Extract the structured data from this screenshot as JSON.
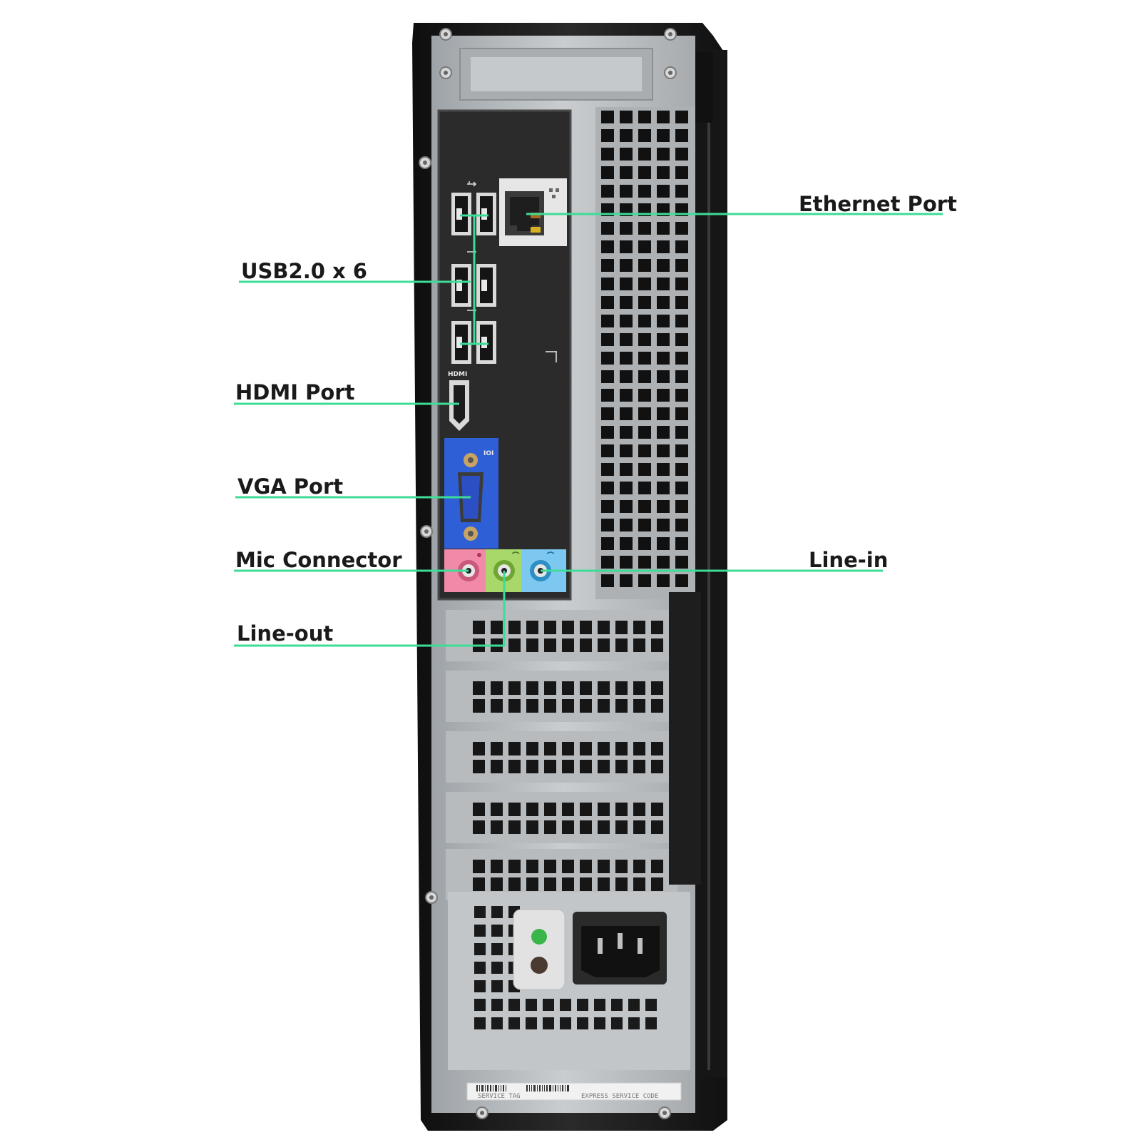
{
  "colors": {
    "callout_line": "#3ddc97",
    "chassis": "#1b1b1b",
    "metal": "#b8bcbf",
    "io_panel": "#2b2b2b",
    "vga_blue": "#2f5fd6",
    "mic_pink": "#f08aa8",
    "lineout_green": "#a8d86a",
    "linein_blue": "#7cc8f0",
    "led_green": "#39b54a"
  },
  "callouts": [
    {
      "id": "ethernet",
      "label": "Ethernet Port",
      "side": "right"
    },
    {
      "id": "usb",
      "label": "USB2.0 x 6",
      "side": "left"
    },
    {
      "id": "hdmi",
      "label": "HDMI Port",
      "side": "left"
    },
    {
      "id": "vga",
      "label": "VGA Port",
      "side": "left"
    },
    {
      "id": "mic",
      "label": "Mic Connector",
      "side": "left"
    },
    {
      "id": "linein",
      "label": "Line-in",
      "side": "right"
    },
    {
      "id": "lineout",
      "label": "Line-out",
      "side": "left"
    }
  ],
  "io_labels": {
    "hdmi": "HDMI",
    "vga": "IOI"
  },
  "sticker": {
    "service_tag": "SERVICE TAG",
    "express_code": "EXPRESS SERVICE CODE"
  },
  "icons": {
    "usb": "usb-icon",
    "network": "network-icon",
    "audio": "audio-jack-icon",
    "power": "power-socket-icon"
  }
}
